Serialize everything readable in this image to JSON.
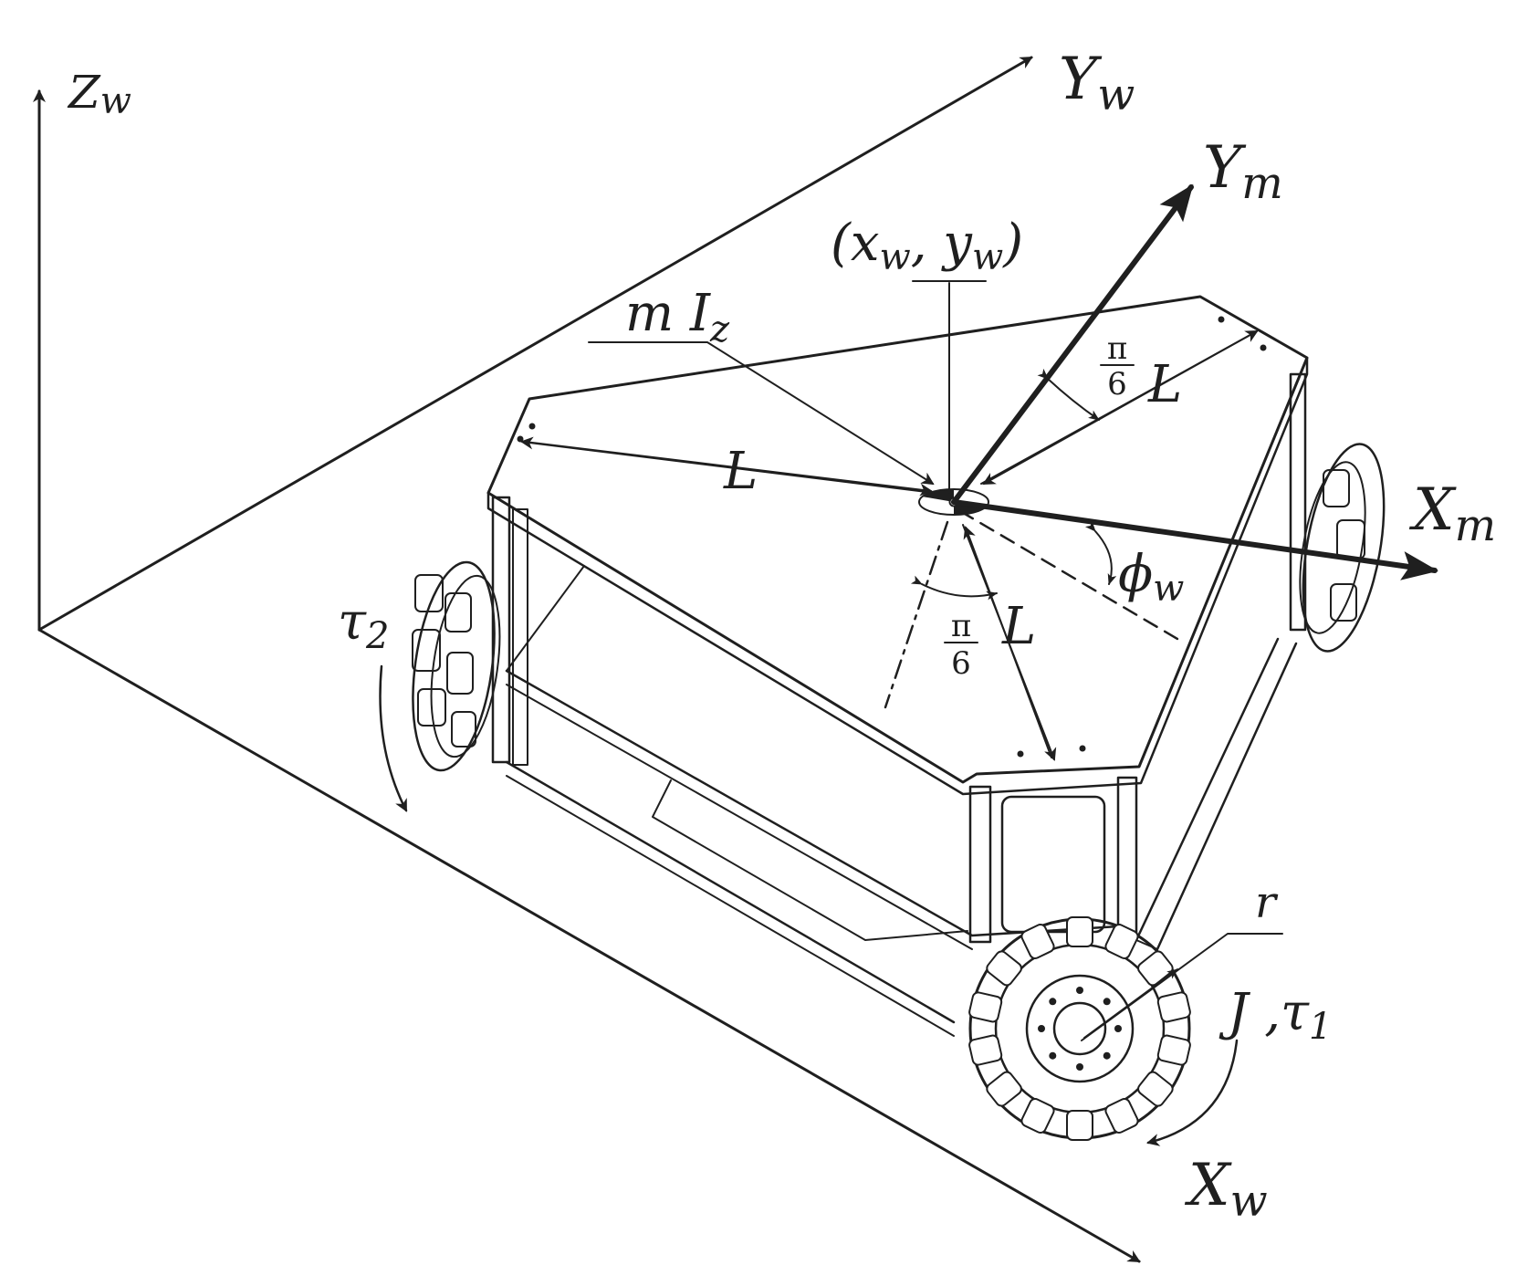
{
  "labels": {
    "zw": {
      "main": "Z",
      "sub": "w"
    },
    "yw": {
      "main": "Y",
      "sub": "w"
    },
    "xw": {
      "main": "X",
      "sub": "w"
    },
    "ym": {
      "main": "Y",
      "sub": "m"
    },
    "xm": {
      "main": "X",
      "sub": "m"
    },
    "position": "(x",
    "position_sub1": "w",
    "position_mid": ", y",
    "position_sub2": "w",
    "position_end": ")",
    "mass_inertia": "m I",
    "mass_inertia_sub": "z",
    "L": "L",
    "pi": "π",
    "six": "6",
    "phi": "ϕ",
    "phi_sub": "w",
    "tau": "τ",
    "tau2_sub": "2",
    "J_tau": "J ,τ",
    "tau1_sub": "1",
    "r": "r"
  },
  "colors": {
    "ink": "#1f1f1f",
    "background": "#ffffff"
  }
}
